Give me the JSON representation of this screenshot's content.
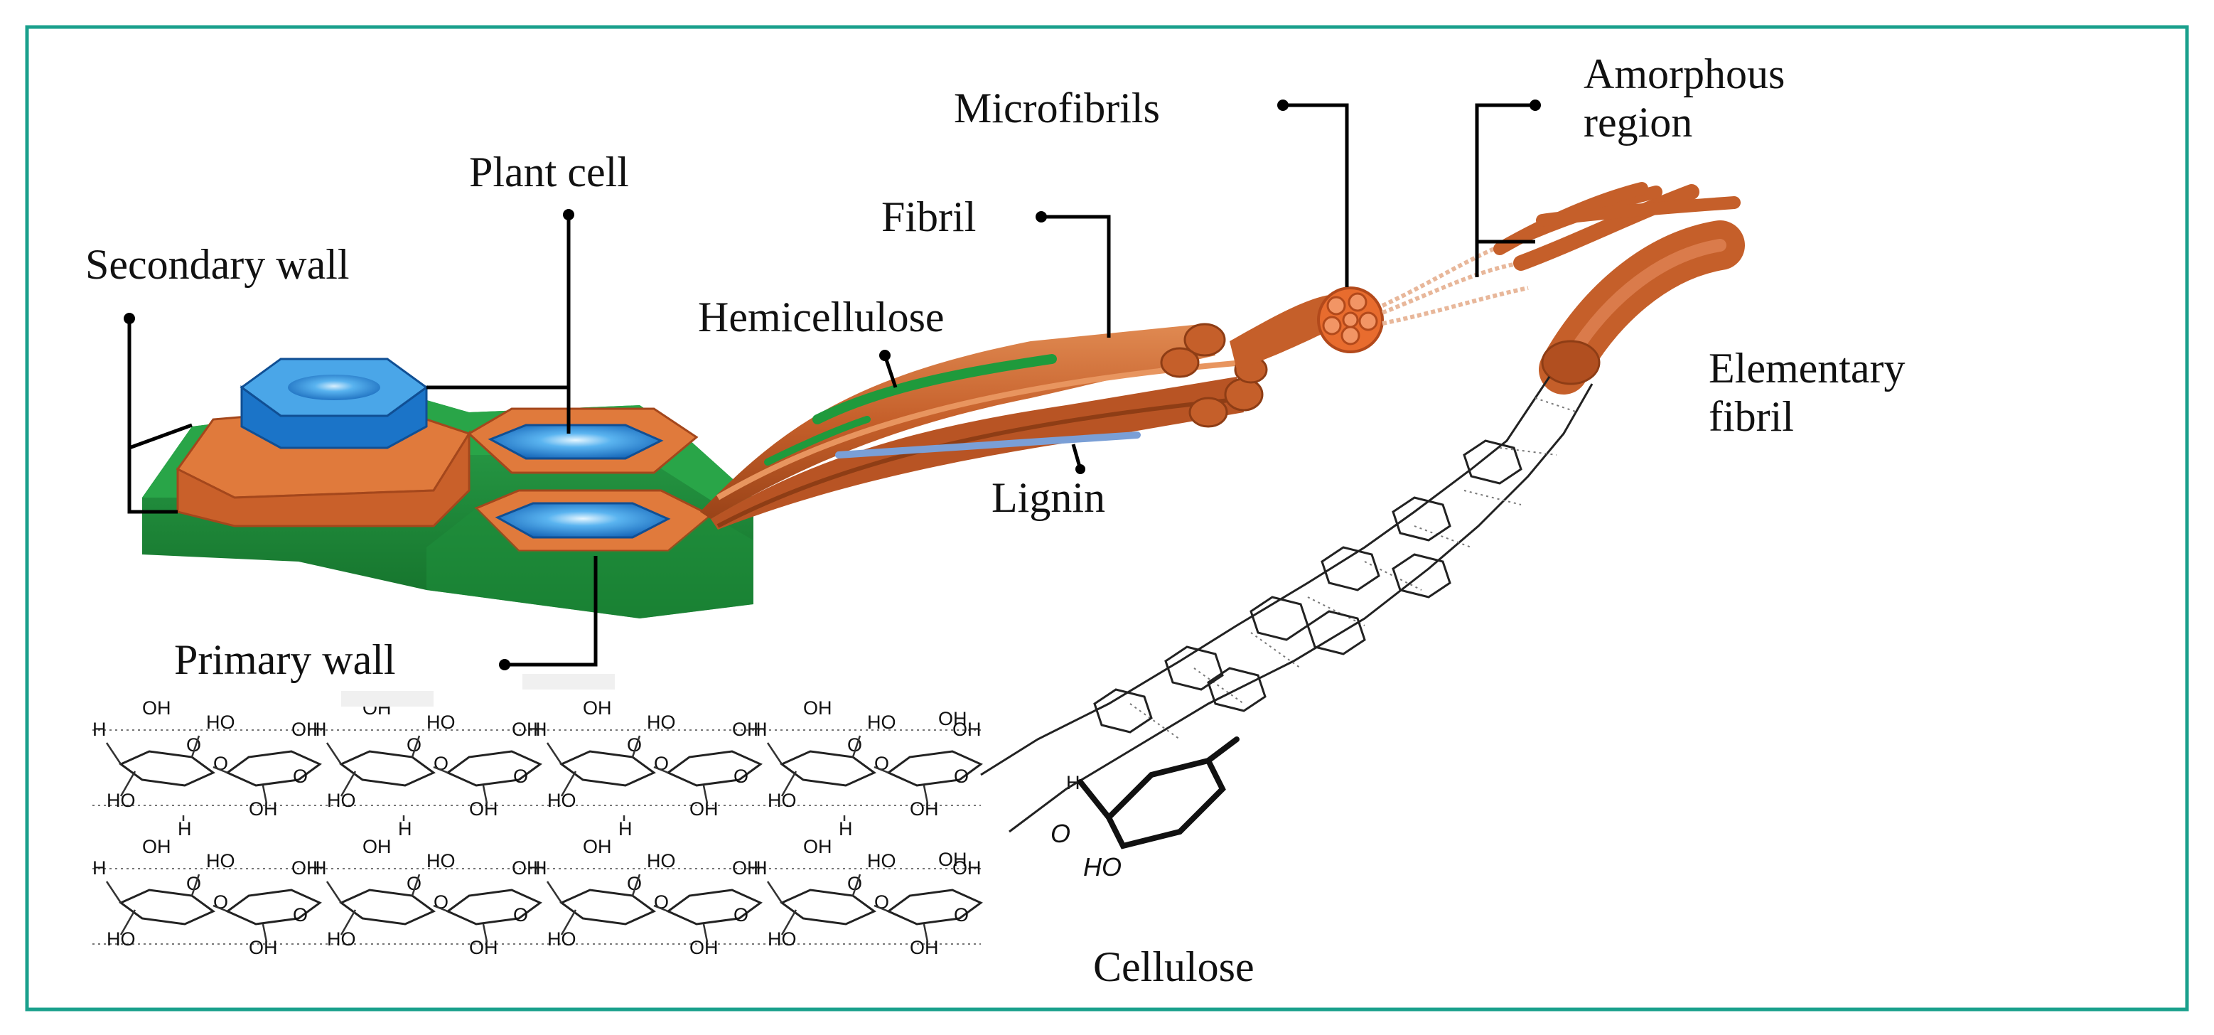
{
  "labels": {
    "plant_cell": "Plant cell",
    "secondary_wall": "Secondary wall",
    "primary_wall": "Primary wall",
    "hemicellulose": "Hemicellulose",
    "fibril": "Fibril",
    "lignin": "Lignin",
    "microfibrils": "Microfibrils",
    "amorphous_region_line1": "Amorphous",
    "amorphous_region_line2": "region",
    "elementary_fibril_line1": "Elementary",
    "elementary_fibril_line2": "fibril",
    "cellulose": "Cellulose"
  },
  "chemistry": {
    "oh": "OH",
    "ho": "HO",
    "h": "H",
    "o": "O"
  },
  "colors": {
    "frame": "#1aa08c",
    "cell_wall_green": "#1f8f3c",
    "cell_wall_orange": "#d8682e",
    "cell_lumen_blue": "#1c7fd0",
    "fiber_brown": "#c55f2a",
    "lignin_blue": "#7a9fd6"
  }
}
